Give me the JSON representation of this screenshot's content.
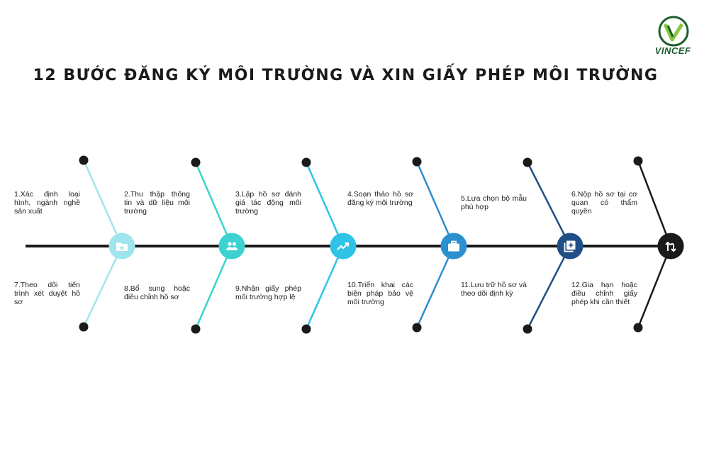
{
  "logo": {
    "text": "VINCEF",
    "icon": "vincef-v-logo"
  },
  "title": "12 BƯỚC ĐĂNG KÝ MÔI TRƯỜNG VÀ XIN GIẤY PHÉP MÔI TRƯỜNG",
  "nodes": [
    {
      "icon": "folder-star-icon",
      "color": "#9fe5ec"
    },
    {
      "icon": "people-icon",
      "color": "#3cd2cf"
    },
    {
      "icon": "trend-up-icon",
      "color": "#2fc3e6"
    },
    {
      "icon": "briefcase-icon",
      "color": "#2c8fcf"
    },
    {
      "icon": "library-add-icon",
      "color": "#1f4f86"
    },
    {
      "icon": "swap-arrows-icon",
      "color": "#1a1a1a"
    }
  ],
  "steps_top": [
    "1.Xác định loại hình, ngành nghề sản xuất",
    "2.Thu thập thông tin và dữ liệu môi trường",
    "3.Lập hồ sơ đánh giá tác động môi trường",
    "4.Soạn thảo hồ sơ đăng ký môi trường",
    "5.Lựa chọn bộ mẫu phù hợp",
    "6.Nộp hồ sơ tại cơ quan có thẩm quyền"
  ],
  "steps_bottom": [
    "7.Theo dõi tiến trình xét duyệt hồ sơ",
    "8.Bổ sung hoặc điều chỉnh hồ sơ",
    "9.Nhận giấy phép môi trường hợp lệ",
    "10.Triển khai các biện pháp bảo vệ môi trường",
    "11.Lưu trữ hồ sơ và theo dõi định kỳ",
    "12.Gia hạn hoặc điều chỉnh giấy phép khi cần thiết"
  ]
}
